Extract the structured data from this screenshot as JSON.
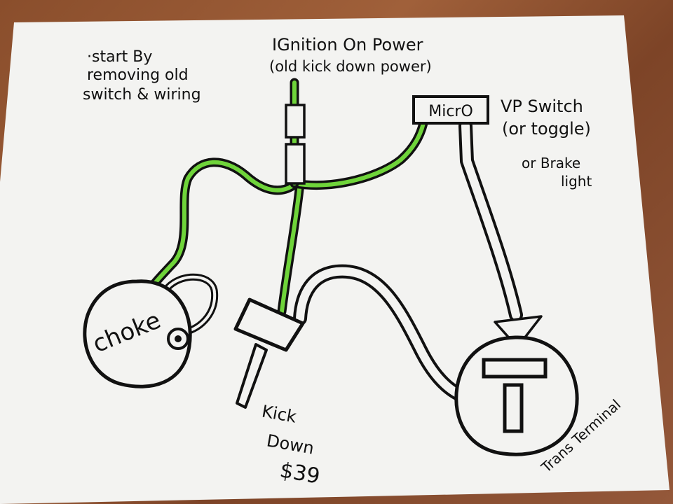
{
  "notes": {
    "start_line1": "·start By",
    "start_line2": "removing old",
    "start_line3": "switch & wiring",
    "ignition_line1": "IGnition On Power",
    "ignition_line2": "(old kick down power)",
    "vp_line1": "VP Switch",
    "vp_line2": "(or toggle)",
    "vp_line3": "or Brake",
    "vp_line4": "light",
    "trans_terminal": "Trans Terminal"
  },
  "components": {
    "micro_label": "MicrO",
    "choke_label": "choke",
    "kickdown_line1": "Kick",
    "kickdown_line2": "Down",
    "kickdown_line3": "$39",
    "terminal_letter": "T"
  },
  "colors": {
    "paper": "#f4f4f2",
    "ink": "#111111",
    "wire_green": "#6fd43a"
  }
}
